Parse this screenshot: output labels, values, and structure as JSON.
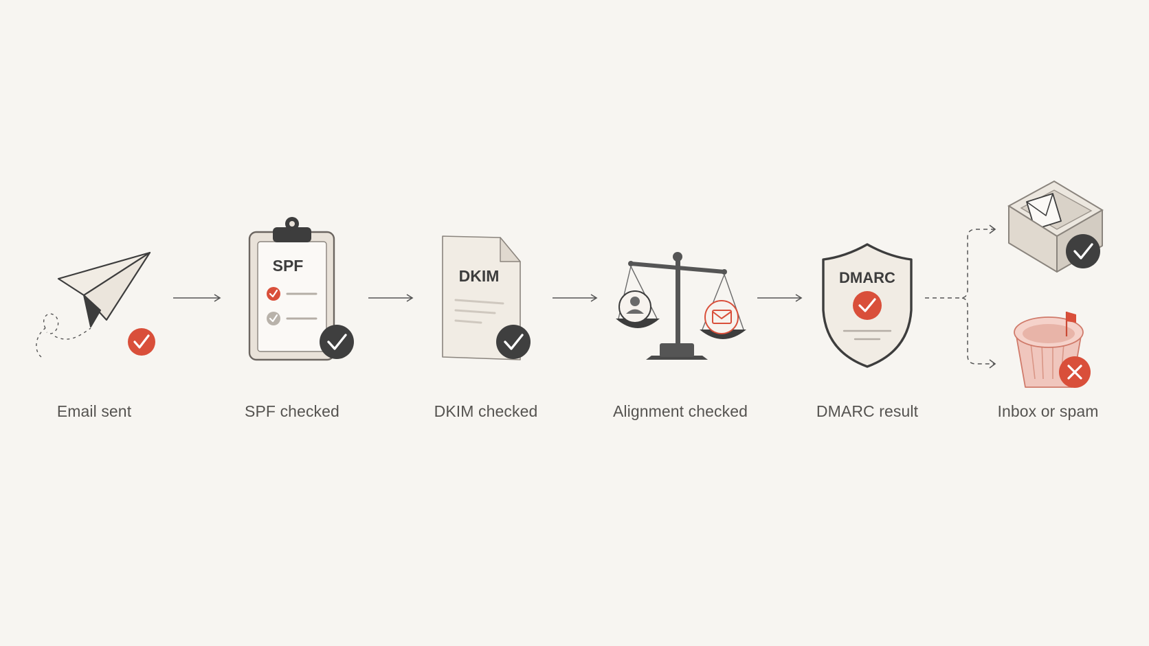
{
  "colors": {
    "background": "#f7f5f1",
    "accent_red": "#d94f3a",
    "dark_badge": "#3f3f3f",
    "outline": "#3d3d3d",
    "label_text": "#555350"
  },
  "steps": [
    {
      "label": "Email sent",
      "icon": "paper-plane-icon",
      "status": "check"
    },
    {
      "label": "SPF checked",
      "icon": "clipboard-icon",
      "status": "check",
      "badge_text": "SPF"
    },
    {
      "label": "DKIM checked",
      "icon": "document-icon",
      "status": "check",
      "badge_text": "DKIM"
    },
    {
      "label": "Alignment checked",
      "icon": "balance-scale-icon",
      "status": "none"
    },
    {
      "label": "DMARC result",
      "icon": "shield-icon",
      "status": "check",
      "badge_text": "DMARC"
    },
    {
      "label": "Inbox or spam",
      "icon": "inbox-and-trash-icon",
      "status": "branch",
      "outcomes": [
        {
          "icon": "inbox-tray-icon",
          "status": "check"
        },
        {
          "icon": "trash-bin-icon",
          "status": "cross"
        }
      ]
    }
  ]
}
